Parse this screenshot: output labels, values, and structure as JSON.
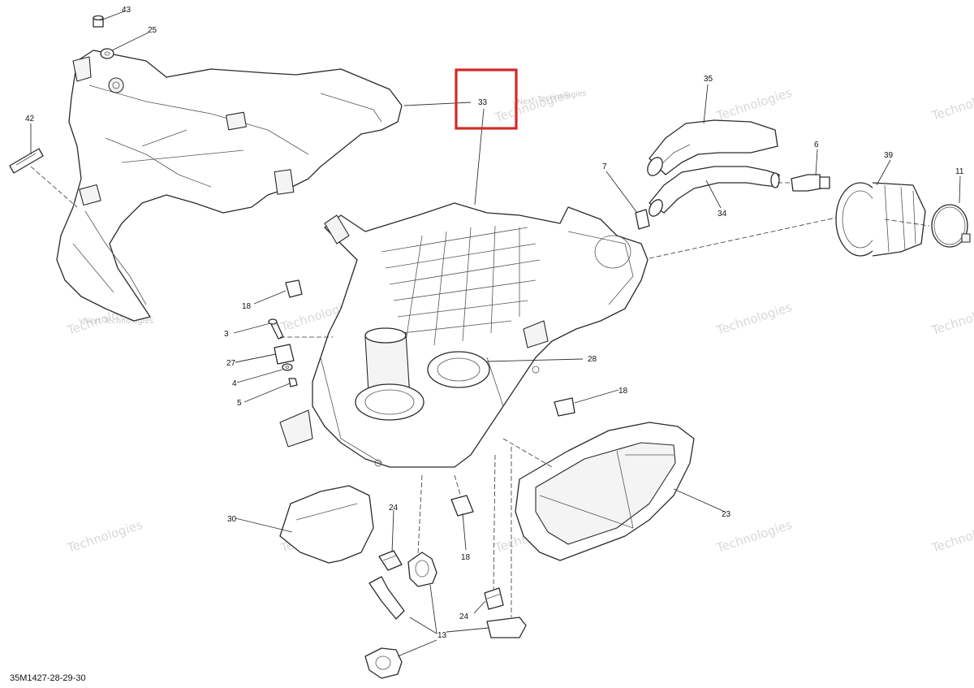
{
  "callouts": {
    "c43": "43",
    "c25": "25",
    "c42": "42",
    "c33": "33",
    "c35": "35",
    "c34": "34",
    "c7": "7",
    "c6": "6",
    "c39": "39",
    "c11": "11",
    "c18a": "18",
    "c3": "3",
    "c27": "27",
    "c4": "4",
    "c5": "5",
    "c28": "28",
    "c18b": "18",
    "c23": "23",
    "c30": "30",
    "c24a": "24",
    "c18c": "18",
    "c24b": "24",
    "c13": "13"
  },
  "watermark": {
    "line1": "vNext Technologies",
    "line2": "Technologies"
  },
  "drawing_id": "35M1427-28-29-30",
  "highlight_color": "#d42a2a",
  "highlighted_callout": "33"
}
